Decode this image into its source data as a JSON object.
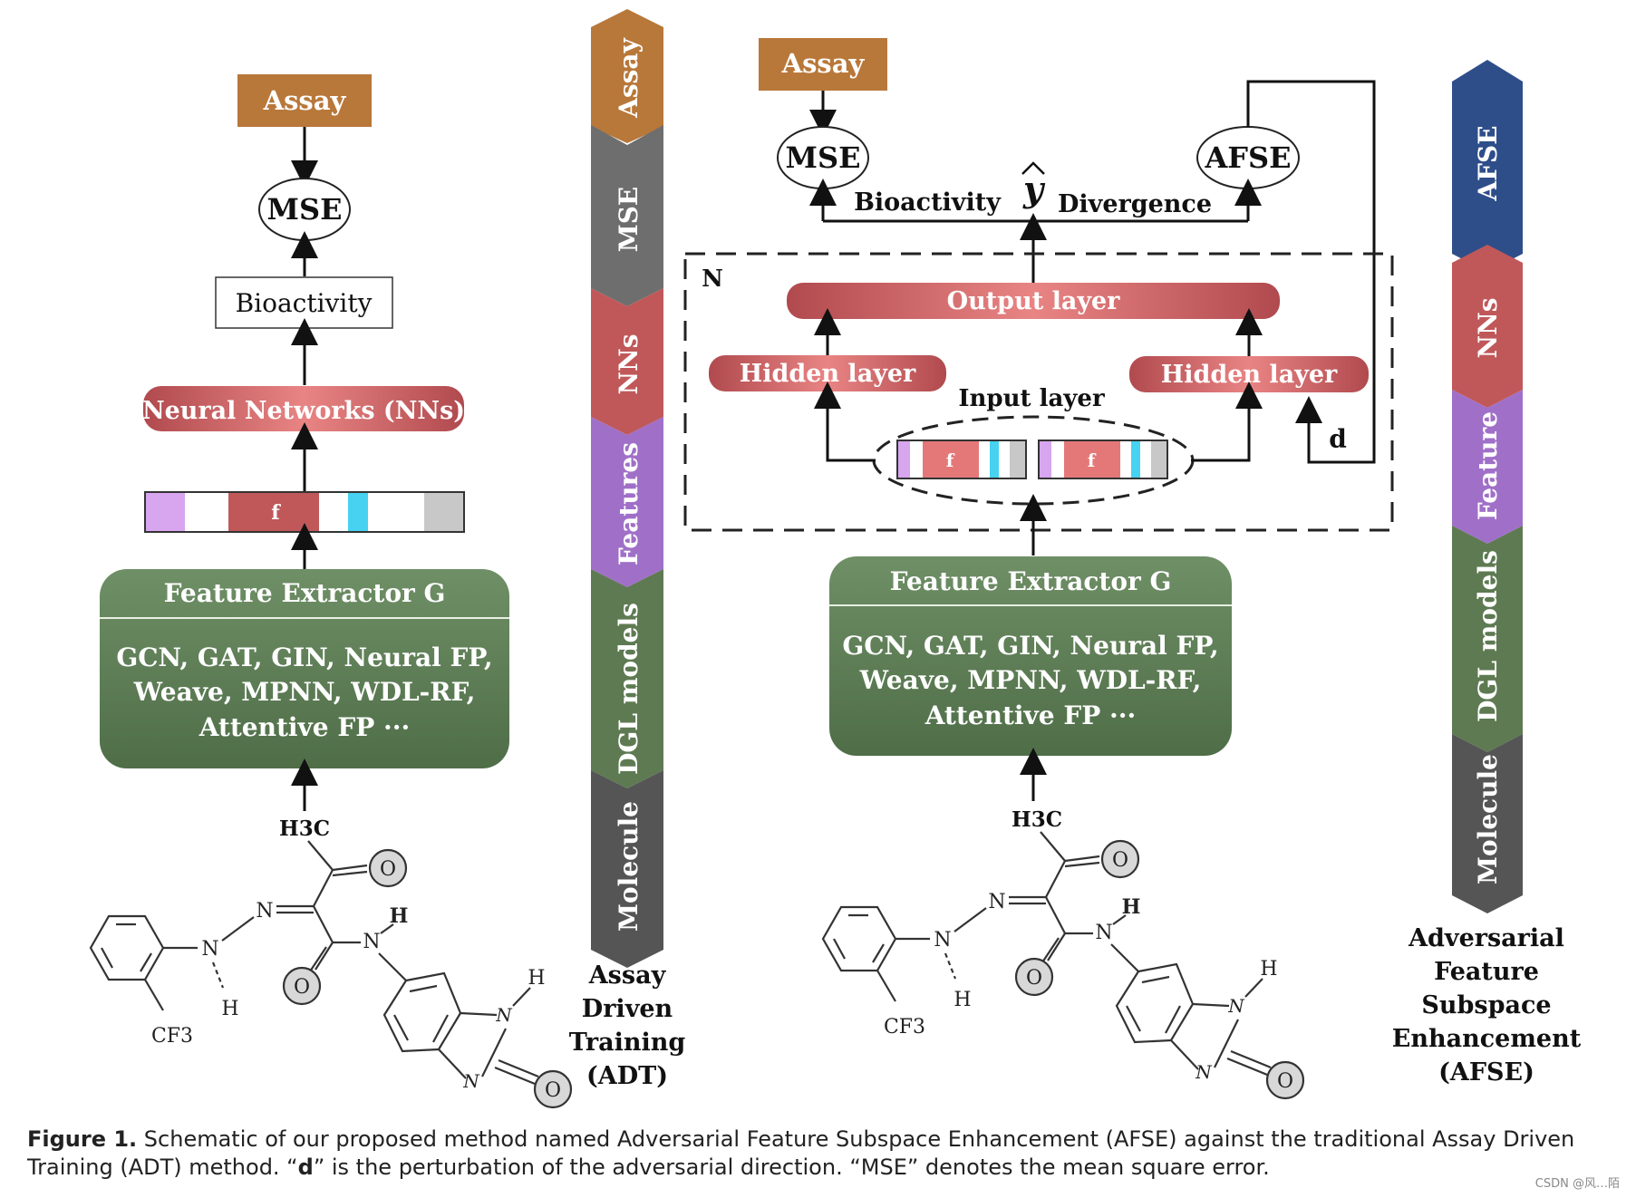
{
  "adt": {
    "assay": "Assay",
    "mse": "MSE",
    "bioactivity": "Bioactivity",
    "nns": "Neural Networks (NNs)",
    "feature_f": "f",
    "extractor_title": "Feature Extractor G",
    "extractor_line1": "GCN, GAT, GIN, Neural FP,",
    "extractor_line2": "Weave, MPNN, WDL-RF,",
    "extractor_line3": "Attentive FP ···"
  },
  "afse": {
    "assay": "Assay",
    "mse": "MSE",
    "afse_node": "AFSE",
    "bioactivity": "Bioactivity",
    "y_hat": "y",
    "divergence": "Divergence",
    "n_label": "N",
    "output_layer": "Output layer",
    "hidden_left": "Hidden layer",
    "hidden_right": "Hidden layer",
    "input_layer": "Input layer",
    "feature_f": "f",
    "d_label": "d",
    "extractor_title": "Feature Extractor G",
    "extractor_line1": "GCN, GAT, GIN, Neural FP,",
    "extractor_line2": "Weave, MPNN, WDL-RF,",
    "extractor_line3": "Attentive FP ···"
  },
  "molecule": {
    "h3c": "H3C",
    "o": "O",
    "n": "N",
    "h": "H",
    "cf3": "CF3"
  },
  "adt_ribbon": {
    "segments": [
      "Assay",
      "MSE",
      "NNs",
      "Features",
      "DGL models",
      "Molecule"
    ],
    "caption": [
      "Assay",
      "Driven",
      "Training",
      "(ADT)"
    ]
  },
  "afse_ribbon": {
    "segments": [
      "AFSE",
      "NNs",
      "Feature",
      "DGL models",
      "Molecule"
    ],
    "caption": [
      "Adversarial",
      "Feature",
      "Subspace",
      "Enhancement",
      "(AFSE)"
    ]
  },
  "colors": {
    "assay": "#b8783a",
    "mse_seg": "#6e6e6e",
    "nns": "#c0585a",
    "features": "#a070c8",
    "dgl": "#5e7a52",
    "molecule": "#555555",
    "afse_seg": "#2e4e8a",
    "extractor": "#5f7f58",
    "nn_bar": "#d67070"
  },
  "caption": {
    "label": "Figure 1.",
    "text1": " Schematic of our proposed method named Adversarial Feature Subspace Enhancement (AFSE) against the traditional Assay Driven Training (ADT) method. “",
    "d": "d",
    "text2": "” is the perturbation of the adversarial direction. “MSE” denotes the mean square error."
  },
  "watermark": "CSDN @风…陌"
}
